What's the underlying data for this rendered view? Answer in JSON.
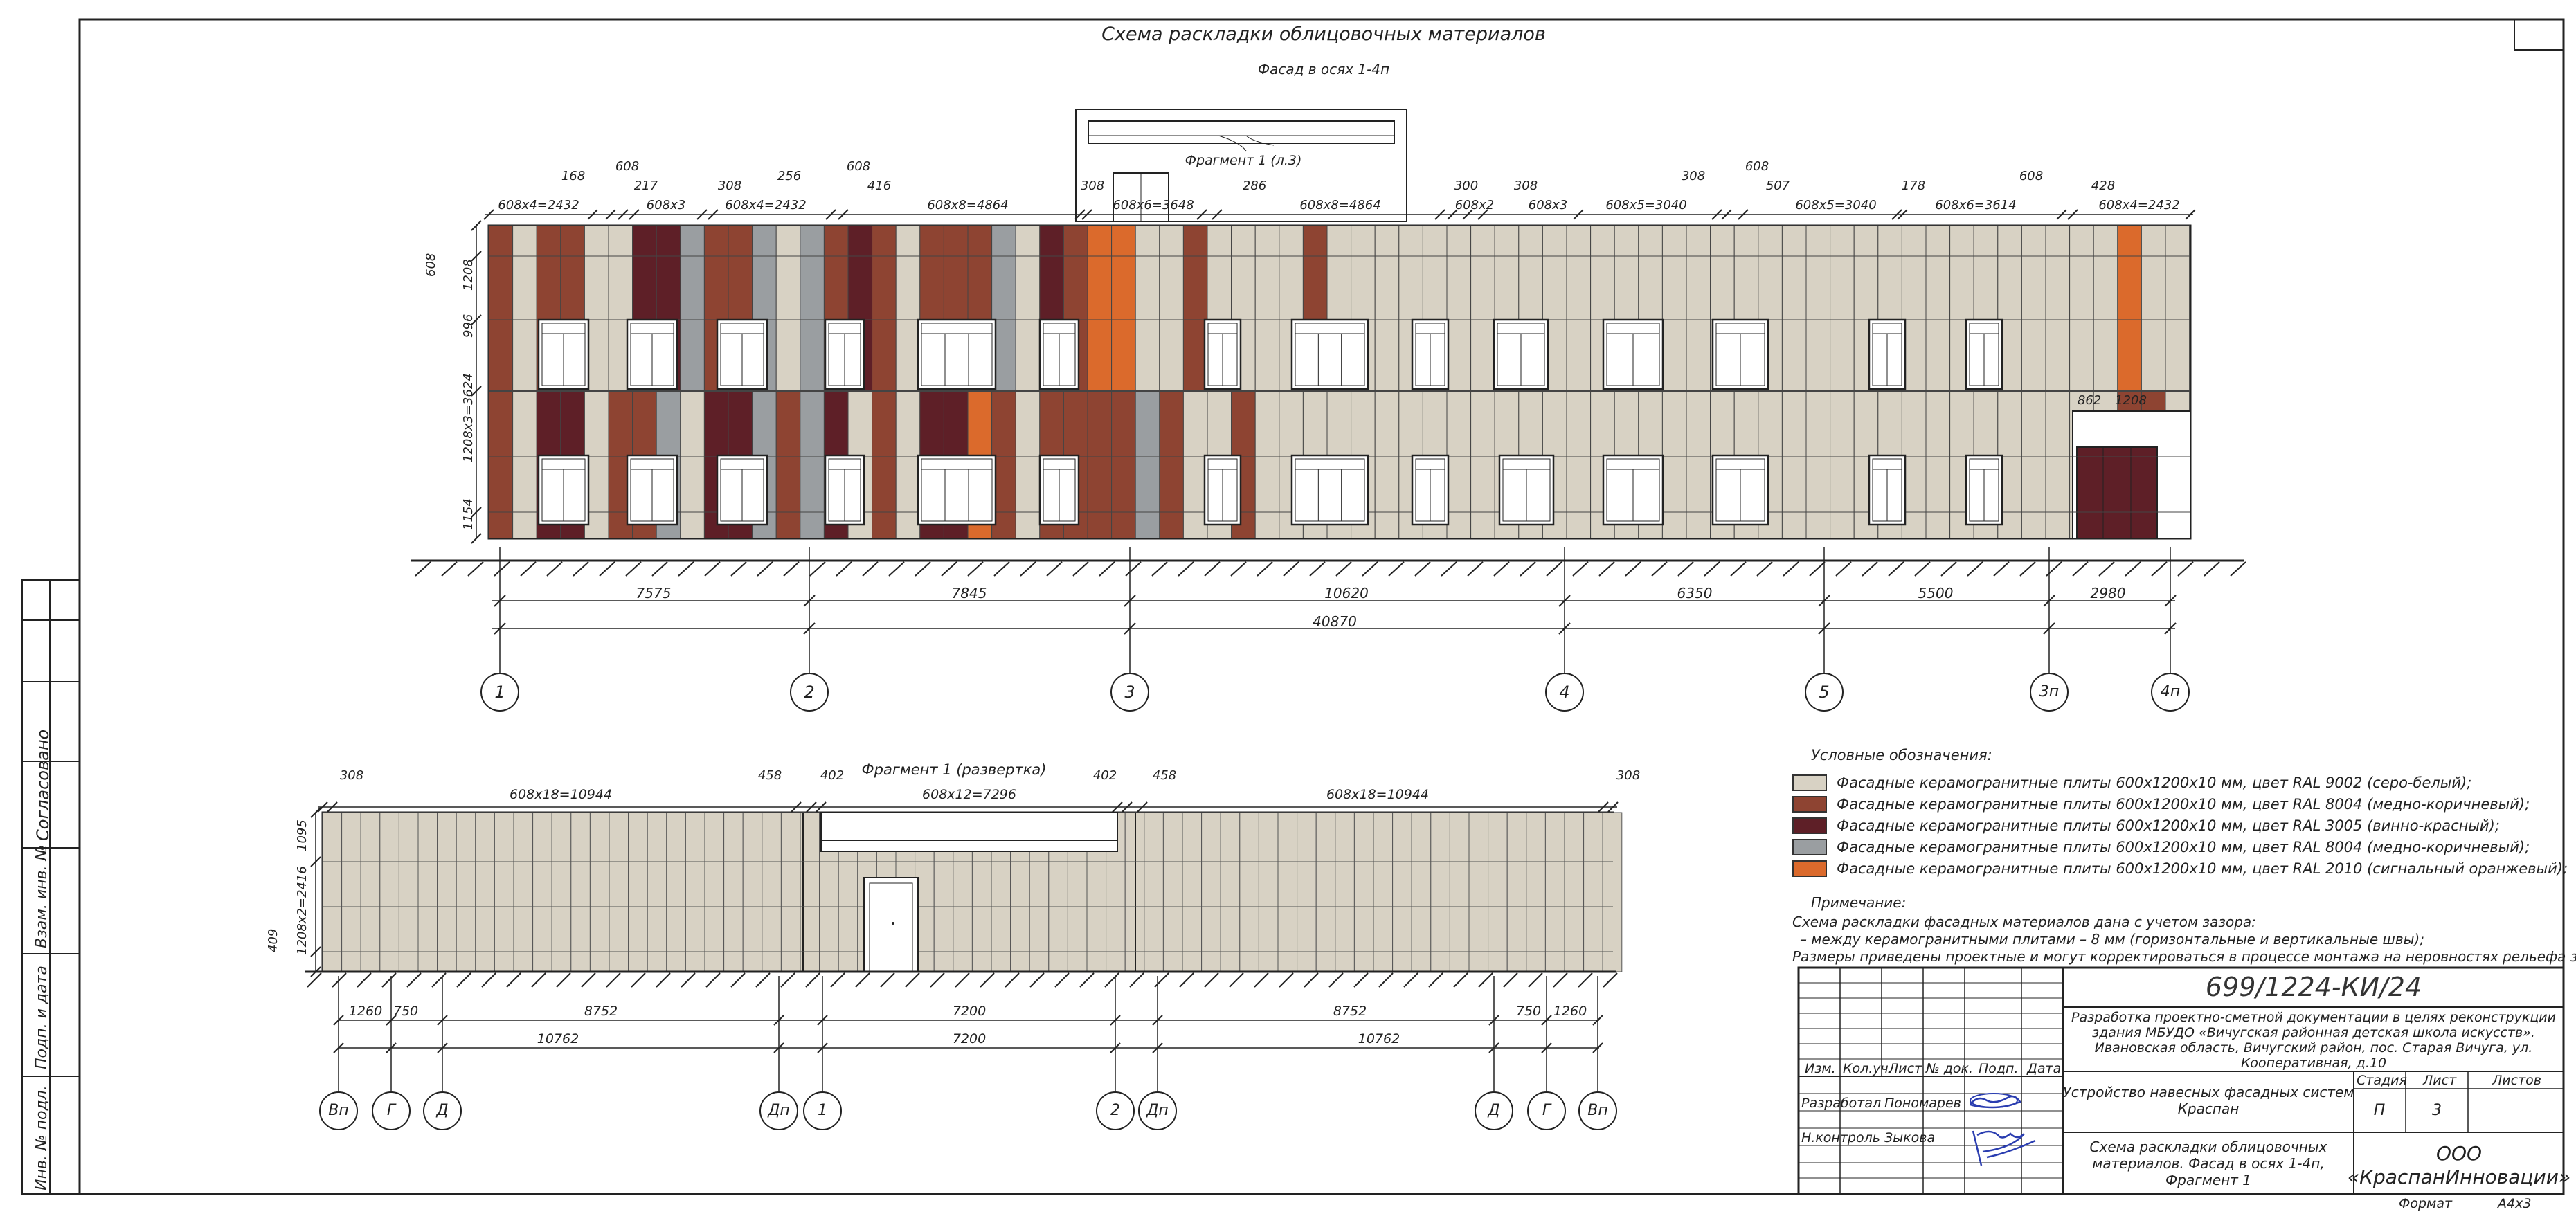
{
  "sheet": {
    "title": "Схема раскладки облицовочных материалов",
    "subtitle": "Фасад в осях 1-4п",
    "format_label": "Формат",
    "format_value": "А4х3"
  },
  "side_stamp": {
    "agreed": "Согласовано",
    "replaced_inv": "Взам. инв. №",
    "sign_date": "Подп. и дата",
    "inv_orig": "Инв. № подл."
  },
  "facade": {
    "fragment_label": "Фрагмент 1 (л.3)",
    "top_dims": [
      {
        "text": "608х4=2432"
      },
      {
        "text": "168"
      },
      {
        "text": "608"
      },
      {
        "text": "217"
      },
      {
        "text": "608х3"
      },
      {
        "text": "308"
      },
      {
        "text": "608х4=2432"
      },
      {
        "text": "256"
      },
      {
        "text": "608"
      },
      {
        "text": "416"
      },
      {
        "text": "608х8=4864"
      },
      {
        "text": "308"
      },
      {
        "text": "608х6=3648"
      },
      {
        "text": "286"
      },
      {
        "text": "608х8=4864"
      },
      {
        "text": "300"
      },
      {
        "text": "608х2"
      },
      {
        "text": "308"
      },
      {
        "text": "608х3"
      },
      {
        "text": "608х5=3040"
      },
      {
        "text": "308"
      },
      {
        "text": "608"
      },
      {
        "text": "507"
      },
      {
        "text": "608х5=3040"
      },
      {
        "text": "178"
      },
      {
        "text": "608х6=3614"
      },
      {
        "text": "608"
      },
      {
        "text": "428"
      },
      {
        "text": "608х4=2432"
      }
    ],
    "left_dims": [
      "608",
      "1208",
      "996",
      "1208х3=3624",
      "1154"
    ],
    "door_dims": [
      "862",
      "1208"
    ],
    "bottom_dims": [
      "7575",
      "7845",
      "10620",
      "6350",
      "5500",
      "2980"
    ],
    "total_dim": "40870",
    "axes": [
      "1",
      "2",
      "3",
      "4",
      "5",
      "3п",
      "4п"
    ]
  },
  "fragment": {
    "title": "Фрагмент 1 (развертка)",
    "top_dims": [
      "308",
      "608х18=10944",
      "458",
      "402",
      "608х12=7296",
      "402",
      "458",
      "608х18=10944",
      "308"
    ],
    "left_dims": [
      "1095",
      "1208х2=2416",
      "409"
    ],
    "bottom_dims_row1": [
      "1260",
      "750",
      "8752",
      "7200",
      "8752",
      "750",
      "1260"
    ],
    "bottom_dims_row2": [
      "10762",
      "7200",
      "10762"
    ],
    "axes": [
      "Вп",
      "Г",
      "Д",
      "Дп",
      "1",
      "2",
      "Дп",
      "Д",
      "Г",
      "Вп"
    ]
  },
  "legend": {
    "title": "Условные обозначения:",
    "items": [
      {
        "color": "#d8d2c4",
        "text": "Фасадные керамогранитные плиты 600х1200х10 мм, цвет RAL 9002 (серо-белый);"
      },
      {
        "color": "#8e4432",
        "text": "Фасадные керамогранитные плиты 600х1200х10 мм, цвет RAL 8004 (медно-коричневый);"
      },
      {
        "color": "#5e1f27",
        "text": "Фасадные керамогранитные плиты 600х1200х10 мм, цвет RAL 3005 (винно-красный);"
      },
      {
        "color": "#9a9ea1",
        "text": "Фасадные керамогранитные плиты 600х1200х10 мм, цвет RAL 8004 (медно-коричневый);"
      },
      {
        "color": "#db6a2c",
        "text": "Фасадные керамогранитные плиты 600х1200х10 мм, цвет RAL 2010 (сигнальный оранжевый);"
      }
    ]
  },
  "note": {
    "title": "Примечание:",
    "lines": [
      "Схема раскладки фасадных материалов дана с учетом зазора:",
      "– между керамогранитными плитами – 8 мм (горизонтальные и вертикальные швы);",
      "Размеры приведены проектные и могут корректироваться в процессе монтажа на неровностях рельефа здания."
    ]
  },
  "title_block": {
    "doc_code": "699/1224-КИ/24",
    "project_desc": [
      "Разработка проектно-сметной документации в целях реконструкции",
      "здания МБУДО «Вичугская районная детская школа искусств».",
      "Ивановская область, Вичугский район, пос. Старая Вичуга, ул.",
      "Кооперативная, д.10"
    ],
    "headers": [
      "Изм.",
      "Кол.уч.",
      "Лист",
      "№ док.",
      "Подп.",
      "Дата"
    ],
    "developed_role": "Разработал",
    "developed_name": "Пономарев",
    "control_role": "Н.контроль",
    "control_name": "Зыкова",
    "system_name": [
      "Устройство навесных фасадных систем",
      "Краспан"
    ],
    "stage_label": "Стадия",
    "sheet_label": "Лист",
    "sheets_label": "Листов",
    "stage_value": "П",
    "sheet_value": "3",
    "sheets_value": "",
    "drawing_name": [
      "Схема раскладки облицовочных",
      "материалов. Фасад в осях 1-4п,",
      "Фрагмент 1"
    ],
    "company": [
      "ООО",
      "«КраспанИнновации»"
    ]
  },
  "chart_data": {
    "type": "table",
    "title": "",
    "columns": [
      "Стадия",
      "Лист",
      "Листов"
    ],
    "rows": [
      [
        "П",
        "3",
        ""
      ]
    ]
  }
}
